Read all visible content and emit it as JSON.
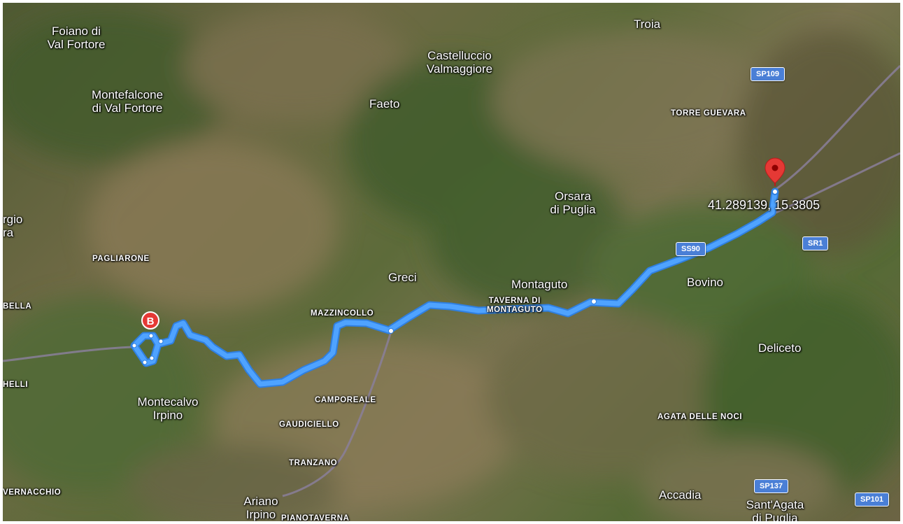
{
  "map": {
    "towns": {
      "foiano": "Foiano di\nVal Fortore",
      "montefalcone": "Montefalcone\ndi Val Fortore",
      "troia": "Troia",
      "castelluccio": "Castelluccio\nValmaggiore",
      "faeto": "Faeto",
      "orsara": "Orsara\ndi Puglia",
      "greci": "Greci",
      "montaguto": "Montaguto",
      "bovino": "Bovino",
      "deliceto": "Deliceto",
      "montecalvo": "Montecalvo\nIrpino",
      "accadia": "Accadia",
      "santagata": "Sant'Agata\ndi Puglia",
      "ariano": "Ariano\nIrpino",
      "giorgio_partial": "rgio\nra"
    },
    "localities": {
      "pagliarone": "PAGLIARONE",
      "mazzincollo": "MAZZINCOLLO",
      "taverna": "TAVERNA DI\nMONTAGUTO",
      "torre_guevara": "TORRE GUEVARA",
      "camporeale": "CAMPOREALE",
      "gaudiciello": "GAUDICIELLO",
      "tranzano": "TRANZANO",
      "agata_noci": "AGATA DELLE NOCI",
      "vernacchio": "VERNACCHIO",
      "pianotaverna": "PIANOTAVERNA",
      "bella_partial": "BELLA",
      "helli_partial": "HELLI"
    },
    "roads": {
      "sp109": "SP109",
      "ss90": "SS90",
      "sr1": "SR1",
      "sp137": "SP137",
      "sp101": "SP101"
    },
    "destination_coordinates": "41.289139, 15.3805",
    "start_marker_label": "B",
    "colors": {
      "route": "#4fa3ff",
      "route_outline": "#2f7fe0",
      "destination_pin": "#e53935",
      "road_shield": "#4a7fd6",
      "secondary_road": "#8a7f9a"
    }
  }
}
